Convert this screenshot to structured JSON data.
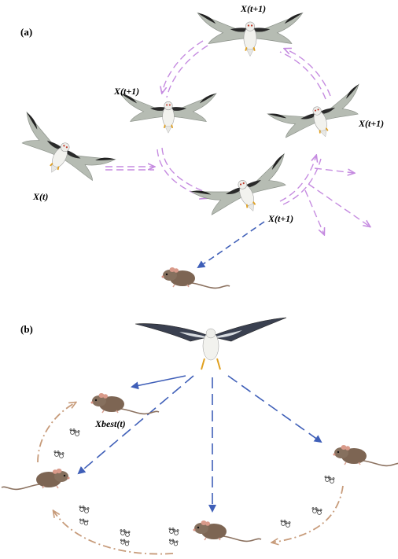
{
  "panel_a": {
    "label": "(a)",
    "labels": {
      "x_t": "X(t)",
      "x_t1_top": "X(t+1)",
      "x_t1_left": "X(t+1)",
      "x_t1_right": "X(t+1)",
      "x_t1_bottom": "X(t+1)"
    }
  },
  "panel_b": {
    "label": "(b)",
    "labels": {
      "xbest": "Xbest(t)"
    }
  },
  "colors": {
    "purple_arrow": "#c58be0",
    "blue_arrow": "#3f5fb8",
    "brown_arrow": "#c79b7a",
    "bird_gray": "#aab0a8",
    "bird_black": "#1c1c1c",
    "rat_brown": "#7d6553"
  },
  "icons": [
    "kite-bird-icon",
    "rat-icon",
    "pawprint-icon"
  ]
}
